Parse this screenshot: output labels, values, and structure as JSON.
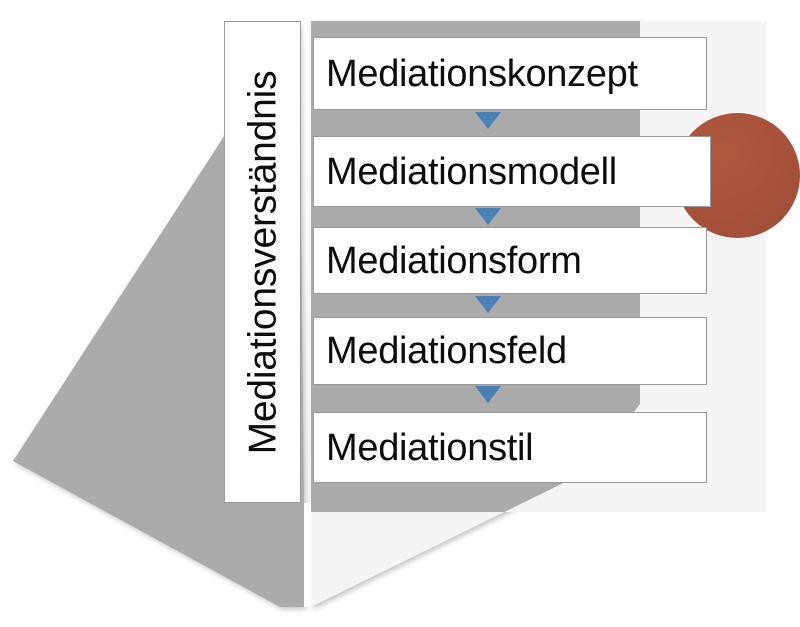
{
  "diagram": {
    "title": "Mediationsverständnis",
    "type": "vertical-process-flow",
    "side_label": {
      "text": "Mediationsverständnis",
      "orientation": "vertical-bottom-to-top"
    },
    "steps": [
      {
        "index": 1,
        "label": "Mediationskonzept"
      },
      {
        "index": 2,
        "label": "Mediationsmodell"
      },
      {
        "index": 3,
        "label": "Mediationsform"
      },
      {
        "index": 4,
        "label": "Mediationsfeld"
      },
      {
        "index": 5,
        "label": "Mediationstil"
      }
    ],
    "connectors": [
      {
        "from": 1,
        "to": 2,
        "shape": "down-arrow"
      },
      {
        "from": 2,
        "to": 3,
        "shape": "down-arrow"
      },
      {
        "from": 3,
        "to": 4,
        "shape": "down-arrow"
      },
      {
        "from": 4,
        "to": 5,
        "shape": "down-arrow"
      }
    ],
    "decorations": {
      "circle": {
        "name": "red-circle-accent",
        "color": "#A8523C"
      },
      "wedge": {
        "name": "gray-perspective-wedge",
        "color": "#ABABAB"
      },
      "panel": {
        "name": "light-background-panel",
        "color": "#F5F5F5"
      }
    },
    "colors": {
      "box_fill": "#FFFFFF",
      "box_border": "#9A9A9A",
      "text": "#0D0D0D",
      "arrow": "#4A80B5",
      "accent_circle": "#A8523C",
      "wedge_gray": "#ABABAB"
    }
  }
}
